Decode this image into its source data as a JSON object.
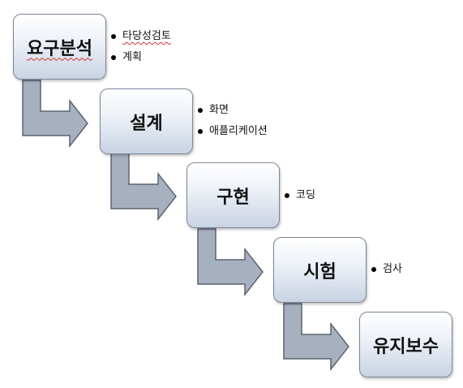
{
  "diagram": {
    "stages": [
      {
        "label": "요구분석",
        "bullets": [
          "타당성검토",
          "계획"
        ]
      },
      {
        "label": "설계",
        "bullets": [
          "화면",
          "애플리케이션"
        ]
      },
      {
        "label": "구현",
        "bullets": [
          "코딩"
        ]
      },
      {
        "label": "시험",
        "bullets": [
          "검사"
        ]
      },
      {
        "label": "유지보수",
        "bullets": []
      }
    ],
    "colors": {
      "arrow_fill": "#a7b0bf",
      "arrow_stroke": "#5b6470",
      "box_border": "#7d8796",
      "box_gradient_top": "#ffffff",
      "box_gradient_bottom": "#c9d3e3",
      "spellcheck_underline": "#d23030"
    }
  }
}
